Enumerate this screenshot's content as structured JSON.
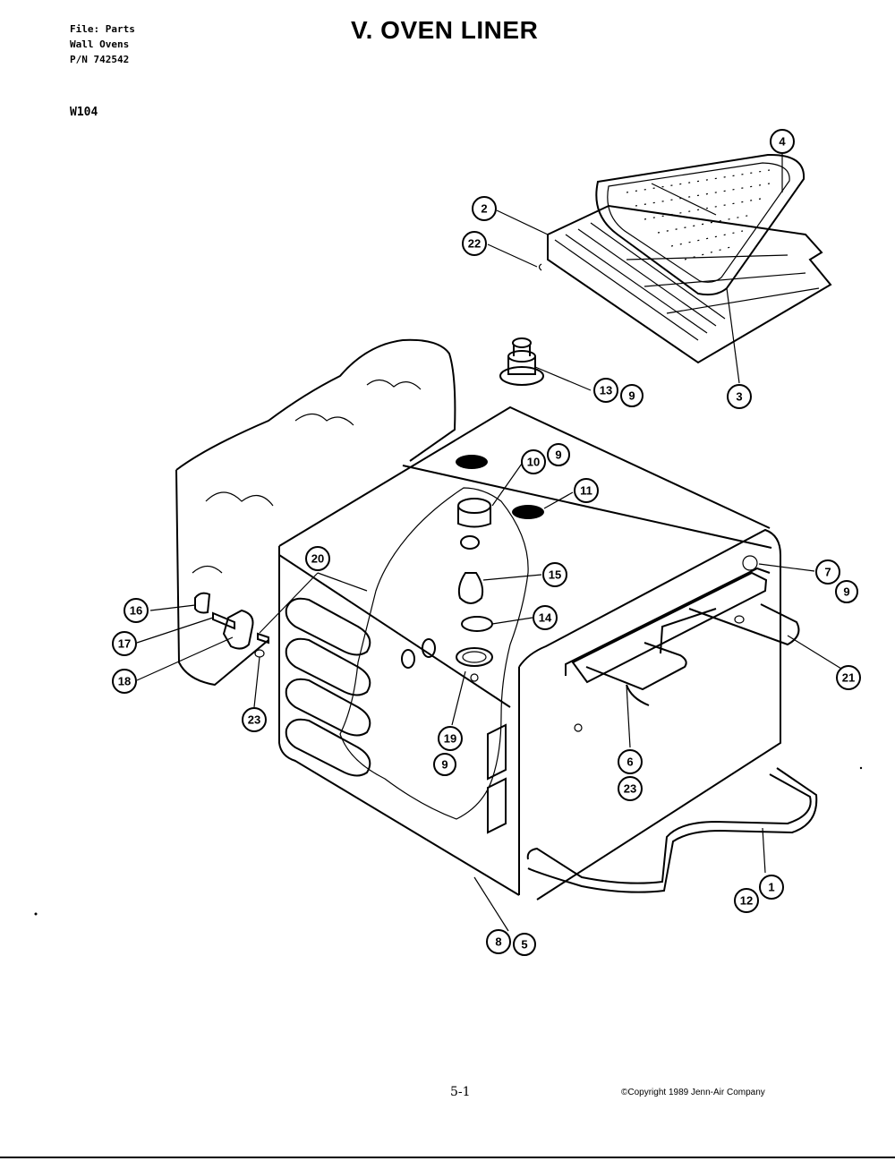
{
  "header": {
    "file": "File: Parts",
    "product": "Wall Ovens",
    "part_number": "P/N 742542",
    "model": "W104"
  },
  "title": "V. OVEN LINER",
  "footer": {
    "page": "5-1",
    "copyright": "©Copyright 1989 Jenn-Air Company"
  },
  "callouts": [
    {
      "id": "c4",
      "label": "4"
    },
    {
      "id": "c2",
      "label": "2"
    },
    {
      "id": "c22",
      "label": "22"
    },
    {
      "id": "c3",
      "label": "3"
    },
    {
      "id": "c13",
      "label": "13"
    },
    {
      "id": "c9a",
      "label": "9"
    },
    {
      "id": "c10",
      "label": "10"
    },
    {
      "id": "c9b",
      "label": "9"
    },
    {
      "id": "c11",
      "label": "11"
    },
    {
      "id": "c15",
      "label": "15"
    },
    {
      "id": "c14",
      "label": "14"
    },
    {
      "id": "c19",
      "label": "19"
    },
    {
      "id": "c9c",
      "label": "9"
    },
    {
      "id": "c20",
      "label": "20"
    },
    {
      "id": "c16",
      "label": "16"
    },
    {
      "id": "c17",
      "label": "17"
    },
    {
      "id": "c18",
      "label": "18"
    },
    {
      "id": "c23a",
      "label": "23"
    },
    {
      "id": "c7",
      "label": "7"
    },
    {
      "id": "c9d",
      "label": "9"
    },
    {
      "id": "c21",
      "label": "21"
    },
    {
      "id": "c6",
      "label": "6"
    },
    {
      "id": "c23b",
      "label": "23"
    },
    {
      "id": "c1",
      "label": "1"
    },
    {
      "id": "c12",
      "label": "12"
    },
    {
      "id": "c8",
      "label": "8"
    },
    {
      "id": "c5",
      "label": "5"
    }
  ]
}
